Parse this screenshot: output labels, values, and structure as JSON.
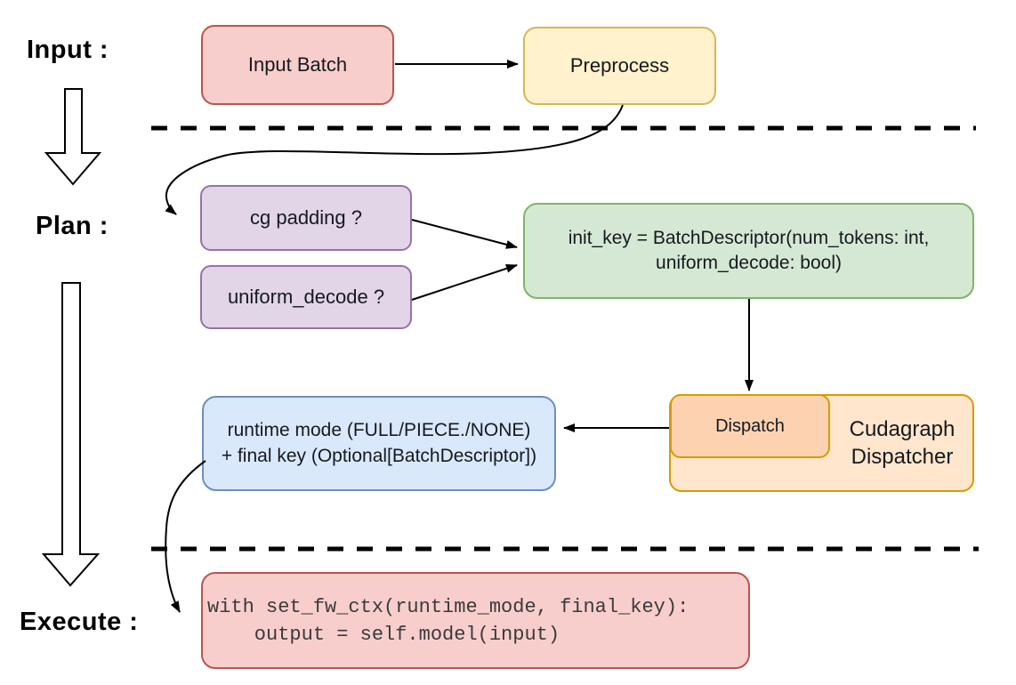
{
  "sections": {
    "input_label": "Input :",
    "plan_label": "Plan :",
    "execute_label": "Execute :"
  },
  "nodes": {
    "input_batch": {
      "label": "Input Batch"
    },
    "preprocess": {
      "label": "Preprocess"
    },
    "cg_padding": {
      "label": "cg padding ?"
    },
    "uniform_decode": {
      "label": "uniform_decode ?"
    },
    "init_key": {
      "line1": "init_key = BatchDescriptor(num_tokens: int,",
      "line2": "uniform_decode: bool)"
    },
    "dispatch": {
      "label": "Dispatch"
    },
    "cudagraph_dispatcher": {
      "line1": "Cudagraph",
      "line2": "Dispatcher"
    },
    "runtime_mode": {
      "line1": "runtime mode (FULL/PIECE./NONE)",
      "line2": "+ final key (Optional[BatchDescriptor])"
    },
    "execute_code": {
      "line1": "with set_fw_ctx(runtime_mode, final_key):",
      "line2": "    output = self.model(input)"
    }
  },
  "palette": {
    "red_fill": "#f8cecc",
    "red_stroke": "#b85450",
    "yellow_fill": "#fff2cc",
    "yellow_stroke": "#d6b656",
    "purple_fill": "#e1d5e7",
    "purple_stroke": "#9673a6",
    "green_fill": "#d5e8d4",
    "green_stroke": "#82b366",
    "blue_fill": "#dae8fc",
    "blue_stroke": "#6c8ebf",
    "orange_fill": "#ffe6cc",
    "orange_inner_fill": "#fcd2b1",
    "orange_stroke": "#d79b00",
    "connector": "#000000"
  }
}
